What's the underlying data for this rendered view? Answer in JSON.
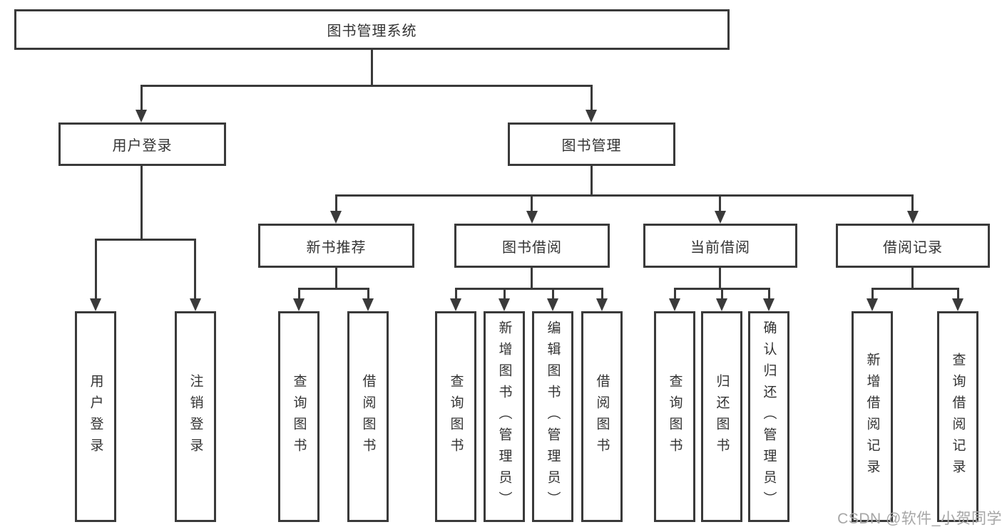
{
  "tree": {
    "root": {
      "label": "图书管理系统"
    },
    "level2": [
      {
        "label": "用户登录"
      },
      {
        "label": "图书管理"
      }
    ],
    "level3": [
      {
        "label": "新书推荐"
      },
      {
        "label": "图书借阅"
      },
      {
        "label": "当前借阅"
      },
      {
        "label": "借阅记录"
      }
    ],
    "leaves": {
      "user": [
        "用户登录",
        "注销登录"
      ],
      "recommend": [
        "查询图书",
        "借阅图书"
      ],
      "borrow": [
        "查询图书",
        "新增图书（管理员）",
        "编辑图书（管理员）",
        "借阅图书"
      ],
      "current": [
        "查询图书",
        "归还图书",
        "确认归还（管理员）"
      ],
      "record": [
        "新增借阅记录",
        "查询借阅记录"
      ]
    }
  },
  "watermark": "CSDN @软件_小贺同学",
  "colors": {
    "line": "#3a3a3a",
    "border": "#3a3a3a",
    "text": "#333333",
    "watermark": "#a6a6a6",
    "background": "#ffffff"
  }
}
